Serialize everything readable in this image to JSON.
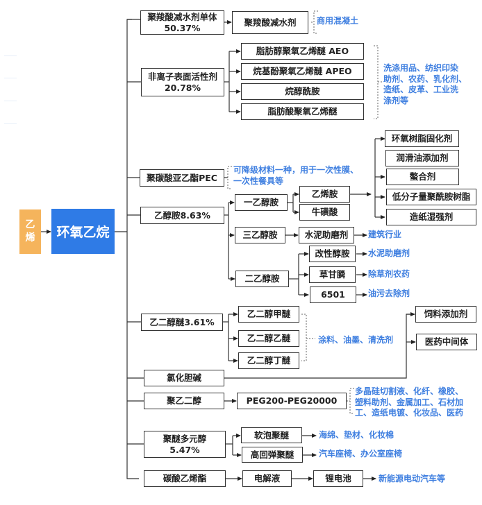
{
  "source": {
    "label": "乙\n烯"
  },
  "root": {
    "label": "环氧乙烷"
  },
  "branches": {
    "pce_monomer": {
      "label": "聚羧酸减水剂单体\n50.37%",
      "child": "聚羧酸减水剂",
      "note": "商用混凝土"
    },
    "nonionic": {
      "label": "非离子表面活性剂\n20.78%",
      "children": [
        "脂肪醇聚氧乙烯醚 AEO",
        "烷基酚聚氧乙烯醚 APEO",
        "烷醇酰胺",
        "脂肪酸聚氧乙烯醚"
      ],
      "note": "洗涤用品、纺织印染\n助剂、农药、乳化剂、\n造纸、皮革、工业洗\n涤剂等"
    },
    "pec": {
      "label": "聚碳酸亚乙酯PEC",
      "note": "可降级材料一种，用于一次性膜、\n一次性餐具等"
    },
    "ethanolamine": {
      "label": "乙醇胺8.63%",
      "mea": {
        "label": "一乙醇胺",
        "children": [
          "乙烯胺",
          "牛磺酸"
        ]
      },
      "ethyleneamine_uses": [
        "环氧树脂固化剂",
        "润滑油添加剂",
        "螯合剂",
        "低分子量聚酰胺树脂",
        "造纸湿强剂"
      ],
      "tea": {
        "label": "三乙醇胺",
        "child": "水泥助磨剂",
        "note": "建筑行业"
      },
      "dea": {
        "label": "二乙醇胺",
        "children": [
          {
            "label": "改性醇胺",
            "note": "水泥助磨剂"
          },
          {
            "label": "草甘膦",
            "note": "除草剂农药"
          },
          {
            "label": "6501",
            "note": "油污去除剂"
          }
        ]
      }
    },
    "glycol_ether": {
      "label": "乙二醇醚3.61%",
      "children": [
        "乙二醇甲醚",
        "乙二醇乙醚",
        "乙二醇丁醚"
      ],
      "note": "涂料、油墨、清洗剂"
    },
    "choline": {
      "label": "氯化胆碱",
      "children": [
        "饲料添加剂",
        "医药中间体"
      ]
    },
    "peg": {
      "label": "聚乙二醇",
      "child": "PEG200-PEG20000",
      "note": "多晶硅切割液、化纤、橡胶、\n塑料助剂、金属加工、石材加\n工、造纸电镀、化妆品、医药"
    },
    "polyether": {
      "label": "聚醚多元醇\n5.47%",
      "children": [
        {
          "label": "软泡聚醚",
          "note": "海绵、垫材、化妆棉"
        },
        {
          "label": "高回弹聚醚",
          "note": "汽车座椅、办公室座椅"
        }
      ]
    },
    "ec": {
      "label": "碳酸乙烯酯",
      "child": "电解液",
      "grandchild": "锂电池",
      "note": "新能源电动汽车等"
    }
  },
  "colors": {
    "source": "#f5b45c",
    "root": "#2f7be6",
    "note": "#3f7fe0",
    "line": "#333333"
  }
}
